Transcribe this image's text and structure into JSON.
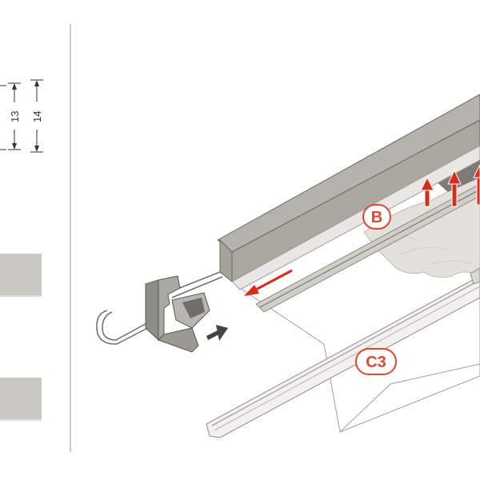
{
  "dimensions": {
    "inner": "13",
    "outer": "14"
  },
  "callouts": {
    "cover": "B",
    "endcap": "C3"
  },
  "colors": {
    "profile": "#a9a8a1",
    "profile_dark": "#7c7b76",
    "swatch": "#c9c8c2",
    "arrow_red": "#d92b1c",
    "callout": "#e2462c",
    "push_arrow": "#3f4549"
  }
}
